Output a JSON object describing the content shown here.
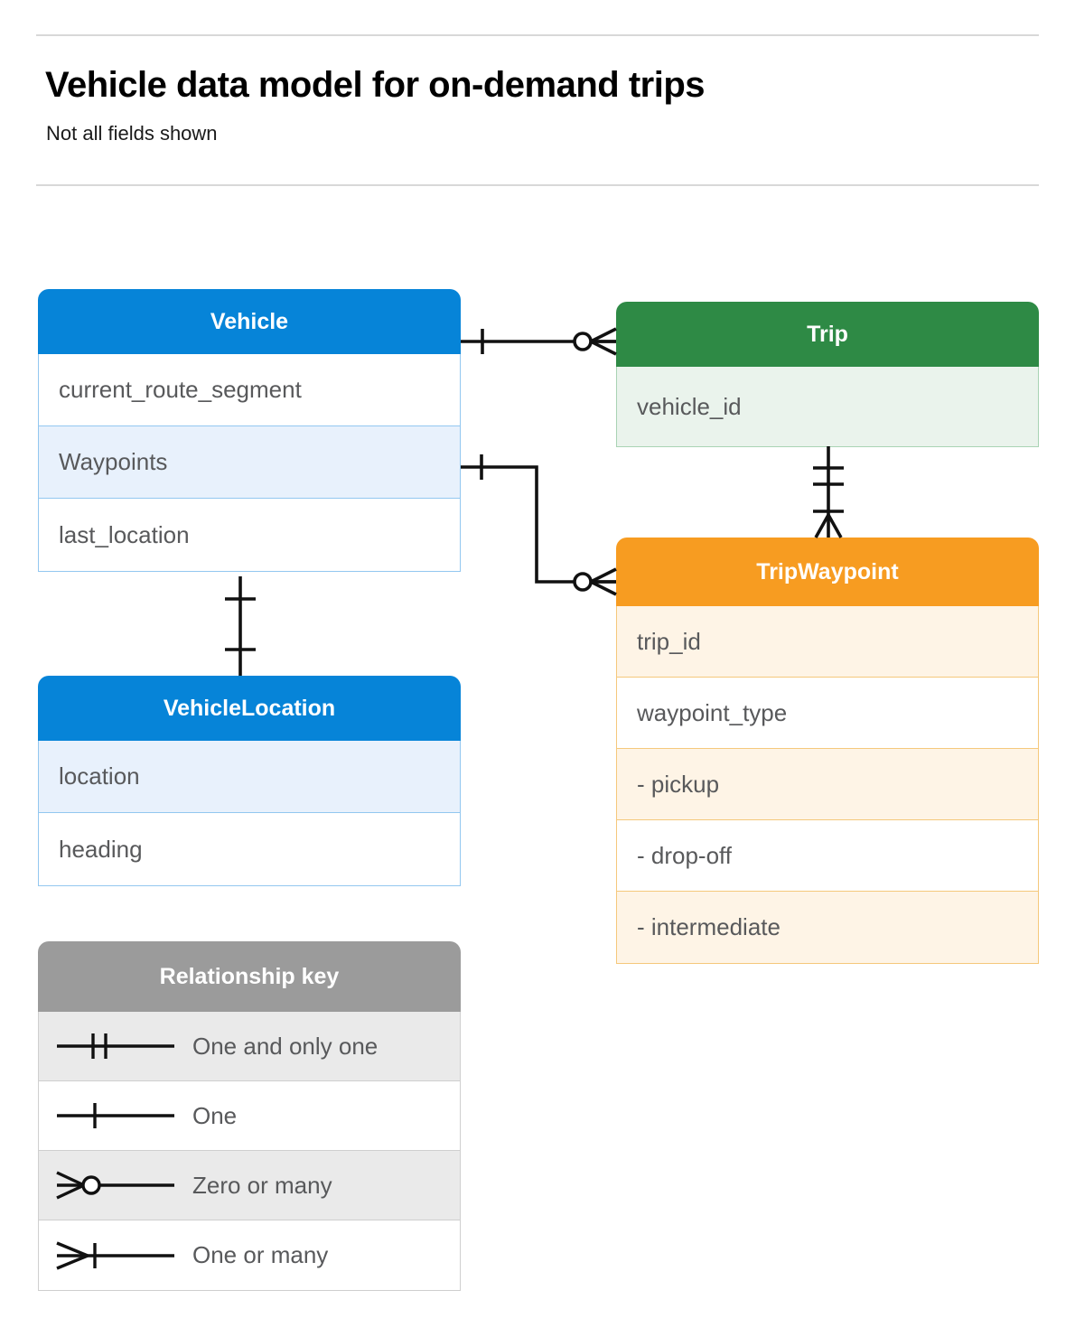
{
  "header": {
    "title": "Vehicle data model for on-demand trips",
    "subtitle": "Not all fields shown"
  },
  "entities": [
    {
      "id": "vehicle",
      "name": "Vehicle",
      "color": "#0684D8",
      "rows": [
        {
          "label": "current_route_segment",
          "shaded": false
        },
        {
          "label": "Waypoints",
          "shaded": true
        },
        {
          "label": "last_location",
          "shaded": false
        }
      ]
    },
    {
      "id": "vehiclelocation",
      "name": "VehicleLocation",
      "color": "#0684D8",
      "rows": [
        {
          "label": "location",
          "shaded": true
        },
        {
          "label": "heading",
          "shaded": false
        }
      ]
    },
    {
      "id": "trip",
      "name": "Trip",
      "color": "#2E8A45",
      "rows": [
        {
          "label": "vehicle_id",
          "shaded": true
        }
      ]
    },
    {
      "id": "tripwaypoint",
      "name": "TripWaypoint",
      "color": "#F79C21",
      "rows": [
        {
          "label": "trip_id",
          "shaded": true
        },
        {
          "label": "waypoint_type",
          "shaded": false
        },
        {
          "label": "-  pickup",
          "shaded": true
        },
        {
          "label": "-  drop-off",
          "shaded": false
        },
        {
          "label": "-  intermediate",
          "shaded": true
        }
      ]
    }
  ],
  "legend": {
    "title": "Relationship key",
    "items": [
      {
        "symbol": "one-and-only-one",
        "label": "One and only one"
      },
      {
        "symbol": "one",
        "label": "One"
      },
      {
        "symbol": "zero-or-many",
        "label": "Zero or many"
      },
      {
        "symbol": "one-or-many",
        "label": "One or many"
      }
    ]
  },
  "relationships": [
    {
      "id": "vehicle-to-trip",
      "from": "Vehicle",
      "to": "Trip",
      "from_cardinality": "one",
      "to_cardinality": "zero-or-many"
    },
    {
      "id": "vehicle-waypoints-to-tripwaypoint",
      "from": "Vehicle.Waypoints",
      "to": "TripWaypoint",
      "from_cardinality": "one",
      "to_cardinality": "zero-or-many"
    },
    {
      "id": "trip-to-tripwaypoint",
      "from": "Trip",
      "to": "TripWaypoint",
      "from_cardinality": "one-and-only-one",
      "to_cardinality": "one-or-many"
    },
    {
      "id": "vehicle-to-vehiclelocation",
      "from": "Vehicle",
      "to": "VehicleLocation",
      "from_cardinality": "one",
      "to_cardinality": "one"
    }
  ],
  "colors": {
    "blue": "#0684D8",
    "green": "#2E8A45",
    "orange": "#F79C21",
    "gray": "#9B9B9B",
    "text": "#58595B",
    "line": "#111111"
  }
}
